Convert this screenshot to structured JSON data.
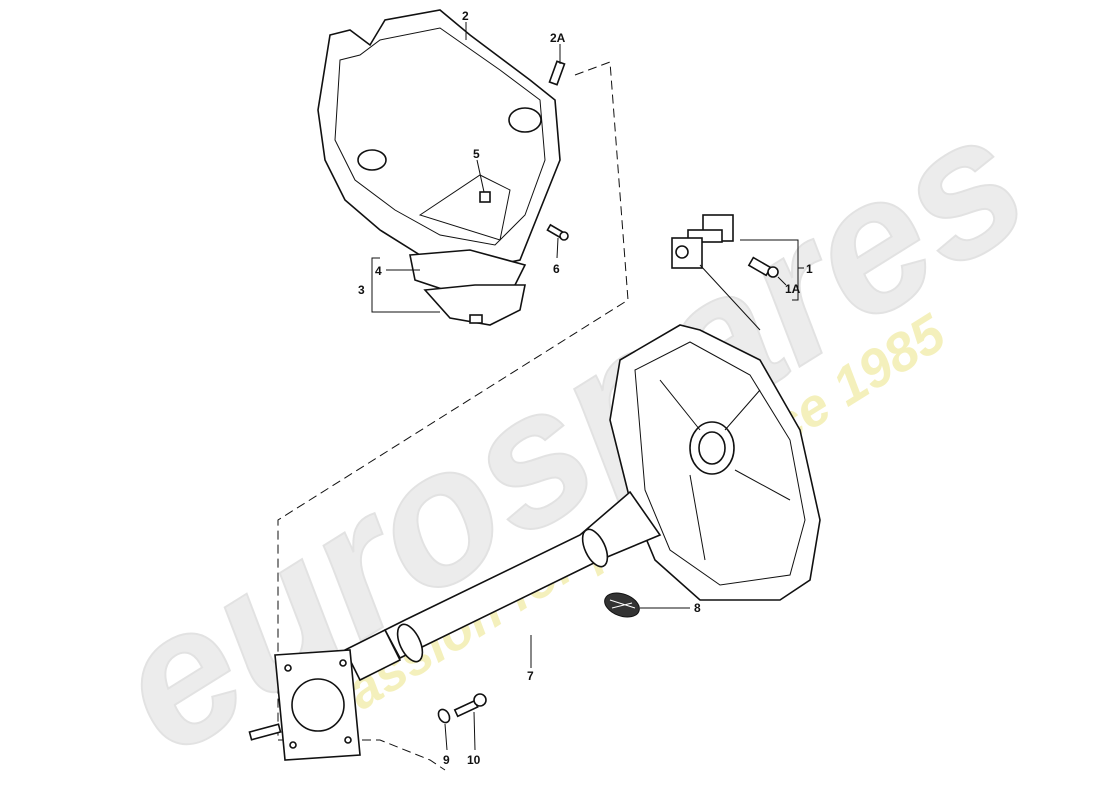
{
  "watermark": {
    "brand": "eurospares",
    "tagline": "a passion for parts since 1985",
    "brand_color": "#e6e6e6",
    "tagline_color": "#f2efb0"
  },
  "callouts": {
    "p1": "1",
    "p1a": "1A",
    "p2": "2",
    "p2a": "2A",
    "p3": "3",
    "p4": "4",
    "p5": "5",
    "p6": "6",
    "p7": "7",
    "p8": "8",
    "p9": "9",
    "p10": "10"
  }
}
